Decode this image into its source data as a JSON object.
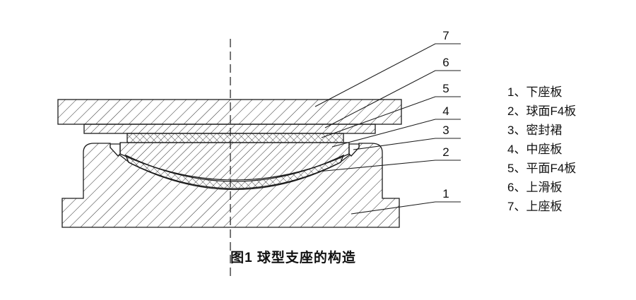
{
  "figure": {
    "caption": "图1  球型支座的构造",
    "callouts": [
      "7",
      "6",
      "5",
      "4",
      "3",
      "2",
      "1"
    ],
    "legend": [
      {
        "label": "1、下座板"
      },
      {
        "label": "2、球面F4板"
      },
      {
        "label": "3、密封裙"
      },
      {
        "label": "4、中座板"
      },
      {
        "label": "5、平面F4板"
      },
      {
        "label": "6、上滑板"
      },
      {
        "label": "7、上座板"
      }
    ],
    "colors": {
      "line": "#1c1c1c",
      "background": "#ffffff"
    }
  }
}
